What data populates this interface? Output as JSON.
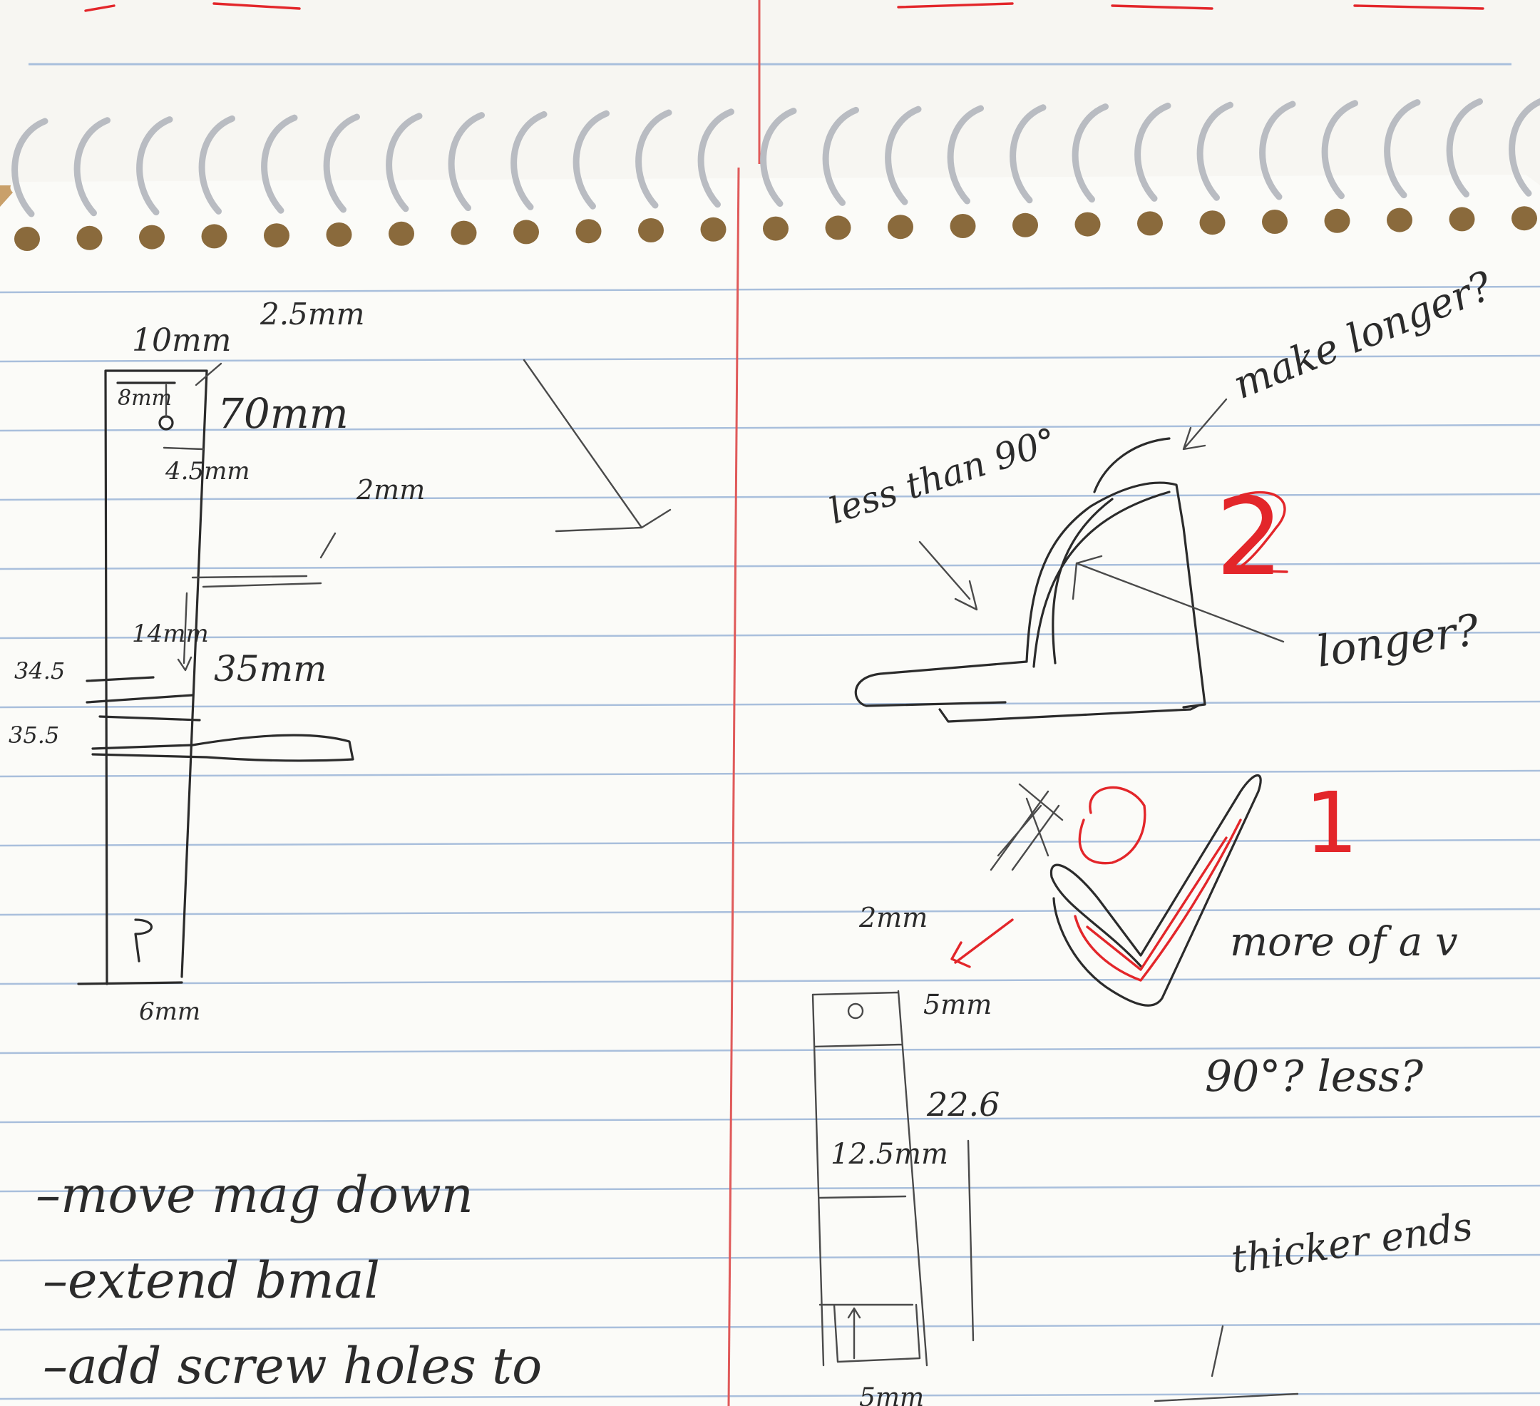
{
  "image": {
    "subject": "spiral-notebook-sketch",
    "paper_color": "#fbfbf8",
    "rule_color": "#a9bfdc",
    "margin_color": "#e05a5a",
    "red_ink": "#e3262a"
  },
  "left_sketch": {
    "dim_top_width": "10mm",
    "dim_offset": "2.5mm",
    "dim_inner": "8mm",
    "dim_length": "70mm",
    "dim_hole": "4.5mm",
    "dim_groove": "2mm",
    "dim_gap": "14mm",
    "dim_a": "34.5",
    "dim_b": "35.5",
    "dim_mid": "35mm",
    "dim_bottom": "6mm"
  },
  "right_sketch": {
    "angle_note": "less than 90°",
    "make_longer": "make longer?",
    "longer": "longer?",
    "step_two": "2",
    "step_one": "1",
    "dim_top": "2mm",
    "dim_side": "5mm",
    "dim_height": "22.6",
    "dim_inner": "12.5mm",
    "more_v": "more of a v",
    "angle_question": "90°? less?",
    "thicker_ends": "thicker ends",
    "dim_bottom": "5mm"
  },
  "notes": [
    "–move mag down",
    "–extend bmal",
    "–add screw holes to"
  ]
}
